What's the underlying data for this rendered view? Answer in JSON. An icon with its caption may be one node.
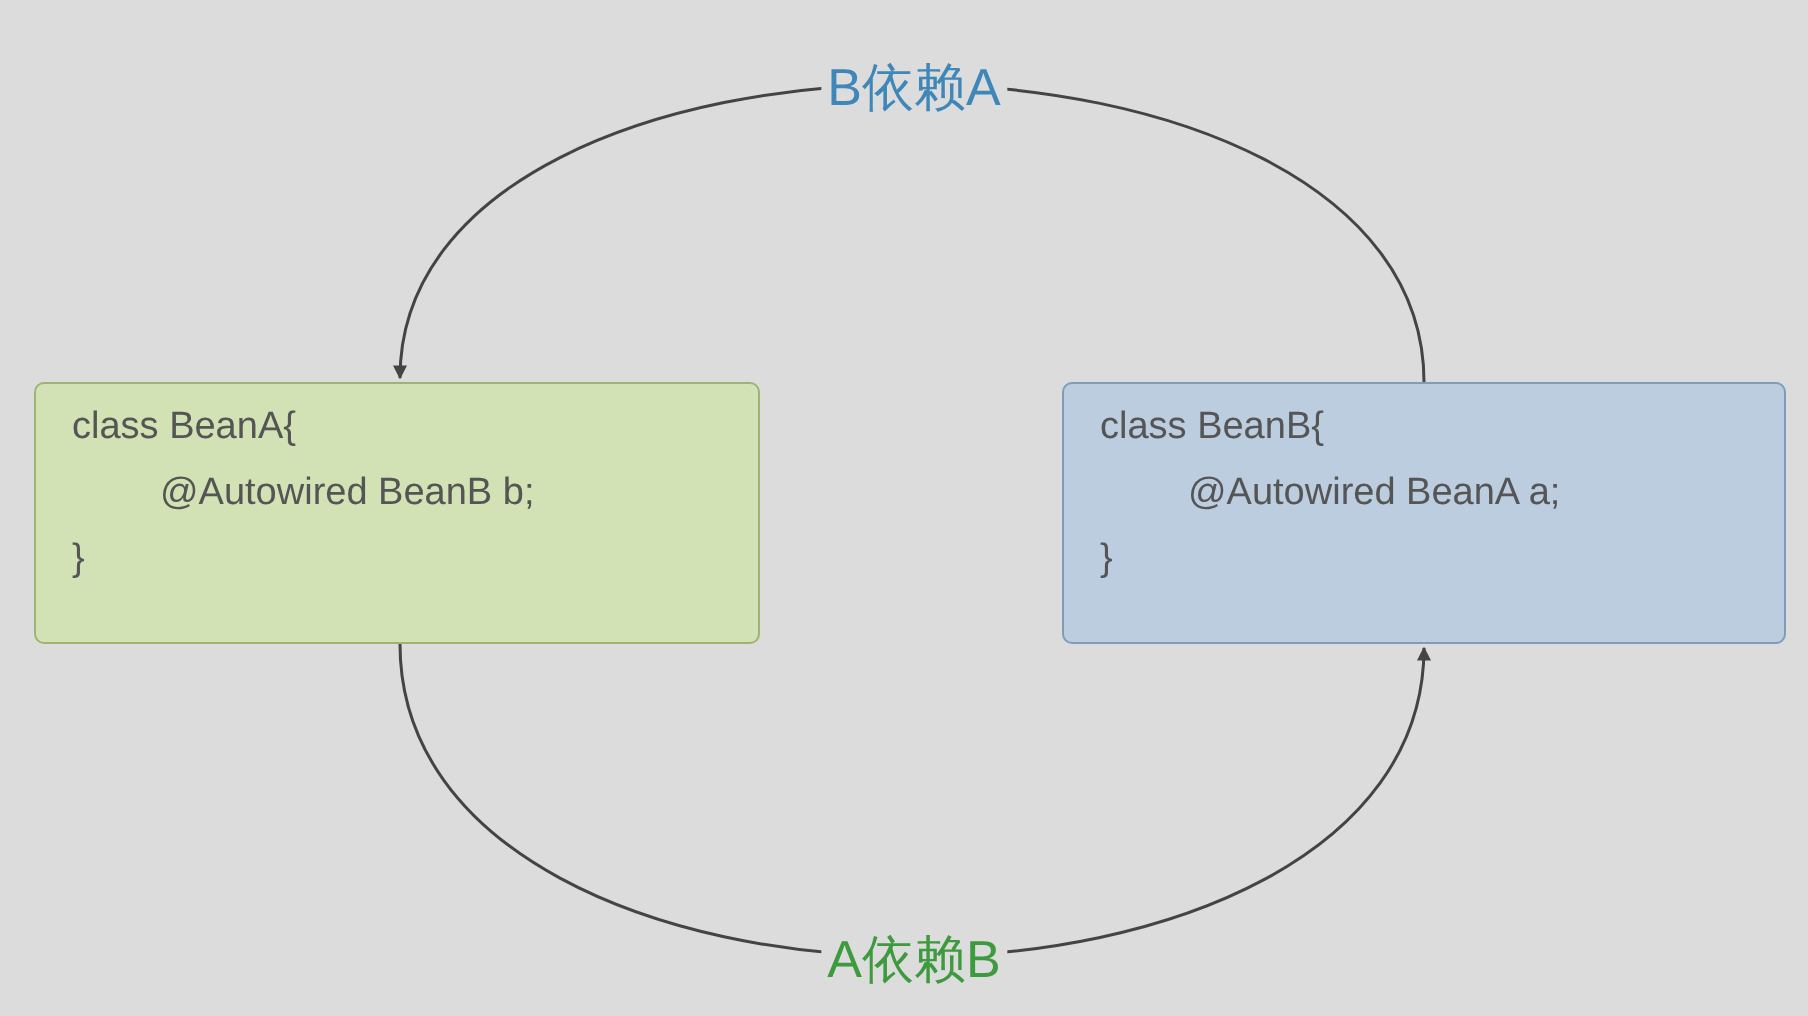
{
  "diagram": {
    "nodes": [
      {
        "text": [
          "class BeanA{",
          "@Autowired BeanB b;",
          "}"
        ]
      },
      {
        "text": [
          "class BeanB{",
          "@Autowired BeanA a;",
          "}"
        ]
      }
    ],
    "edges": [
      {
        "from": 0,
        "to": 1,
        "arrow": "to",
        "label": "A依赖B"
      },
      {
        "from": 1,
        "to": 0,
        "arrow": "to",
        "label": "B依赖A"
      }
    ]
  }
}
